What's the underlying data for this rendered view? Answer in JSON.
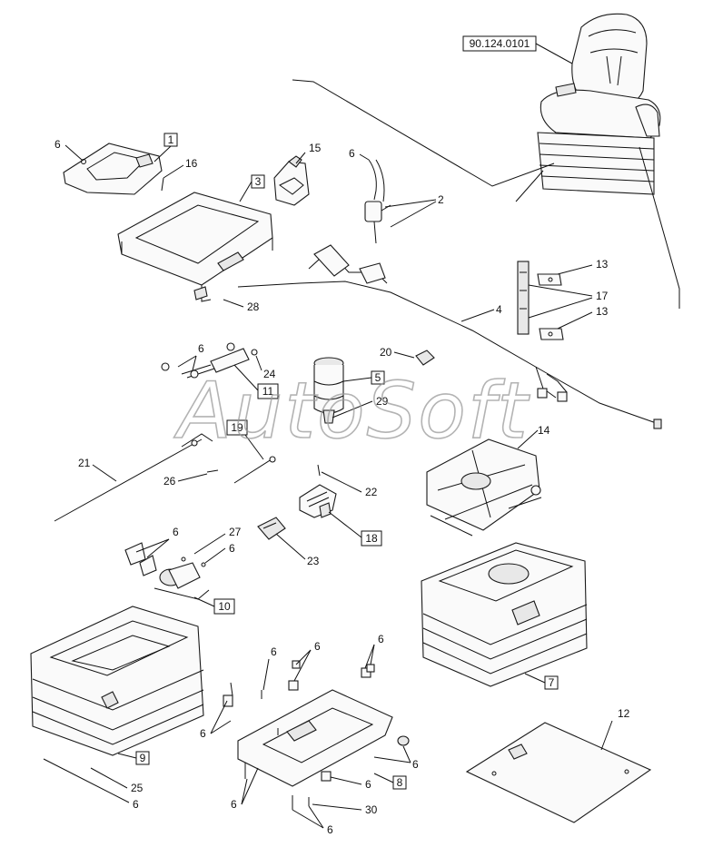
{
  "diagram": {
    "reference_code": "90.124.0101",
    "watermark": "AutoSoft",
    "callouts": {
      "c1": "1",
      "c2": "2",
      "c3": "3",
      "c4": "4",
      "c5": "5",
      "c6": "6",
      "c7": "7",
      "c8": "8",
      "c9": "9",
      "c10": "10",
      "c11": "11",
      "c12": "12",
      "c13": "13",
      "c14": "14",
      "c15": "15",
      "c16": "16",
      "c17": "17",
      "c18": "18",
      "c19": "19",
      "c20": "20",
      "c21": "21",
      "c22": "22",
      "c23": "23",
      "c24": "24",
      "c25": "25",
      "c26": "26",
      "c27": "27",
      "c28": "28",
      "c29": "29",
      "c30": "30"
    }
  }
}
